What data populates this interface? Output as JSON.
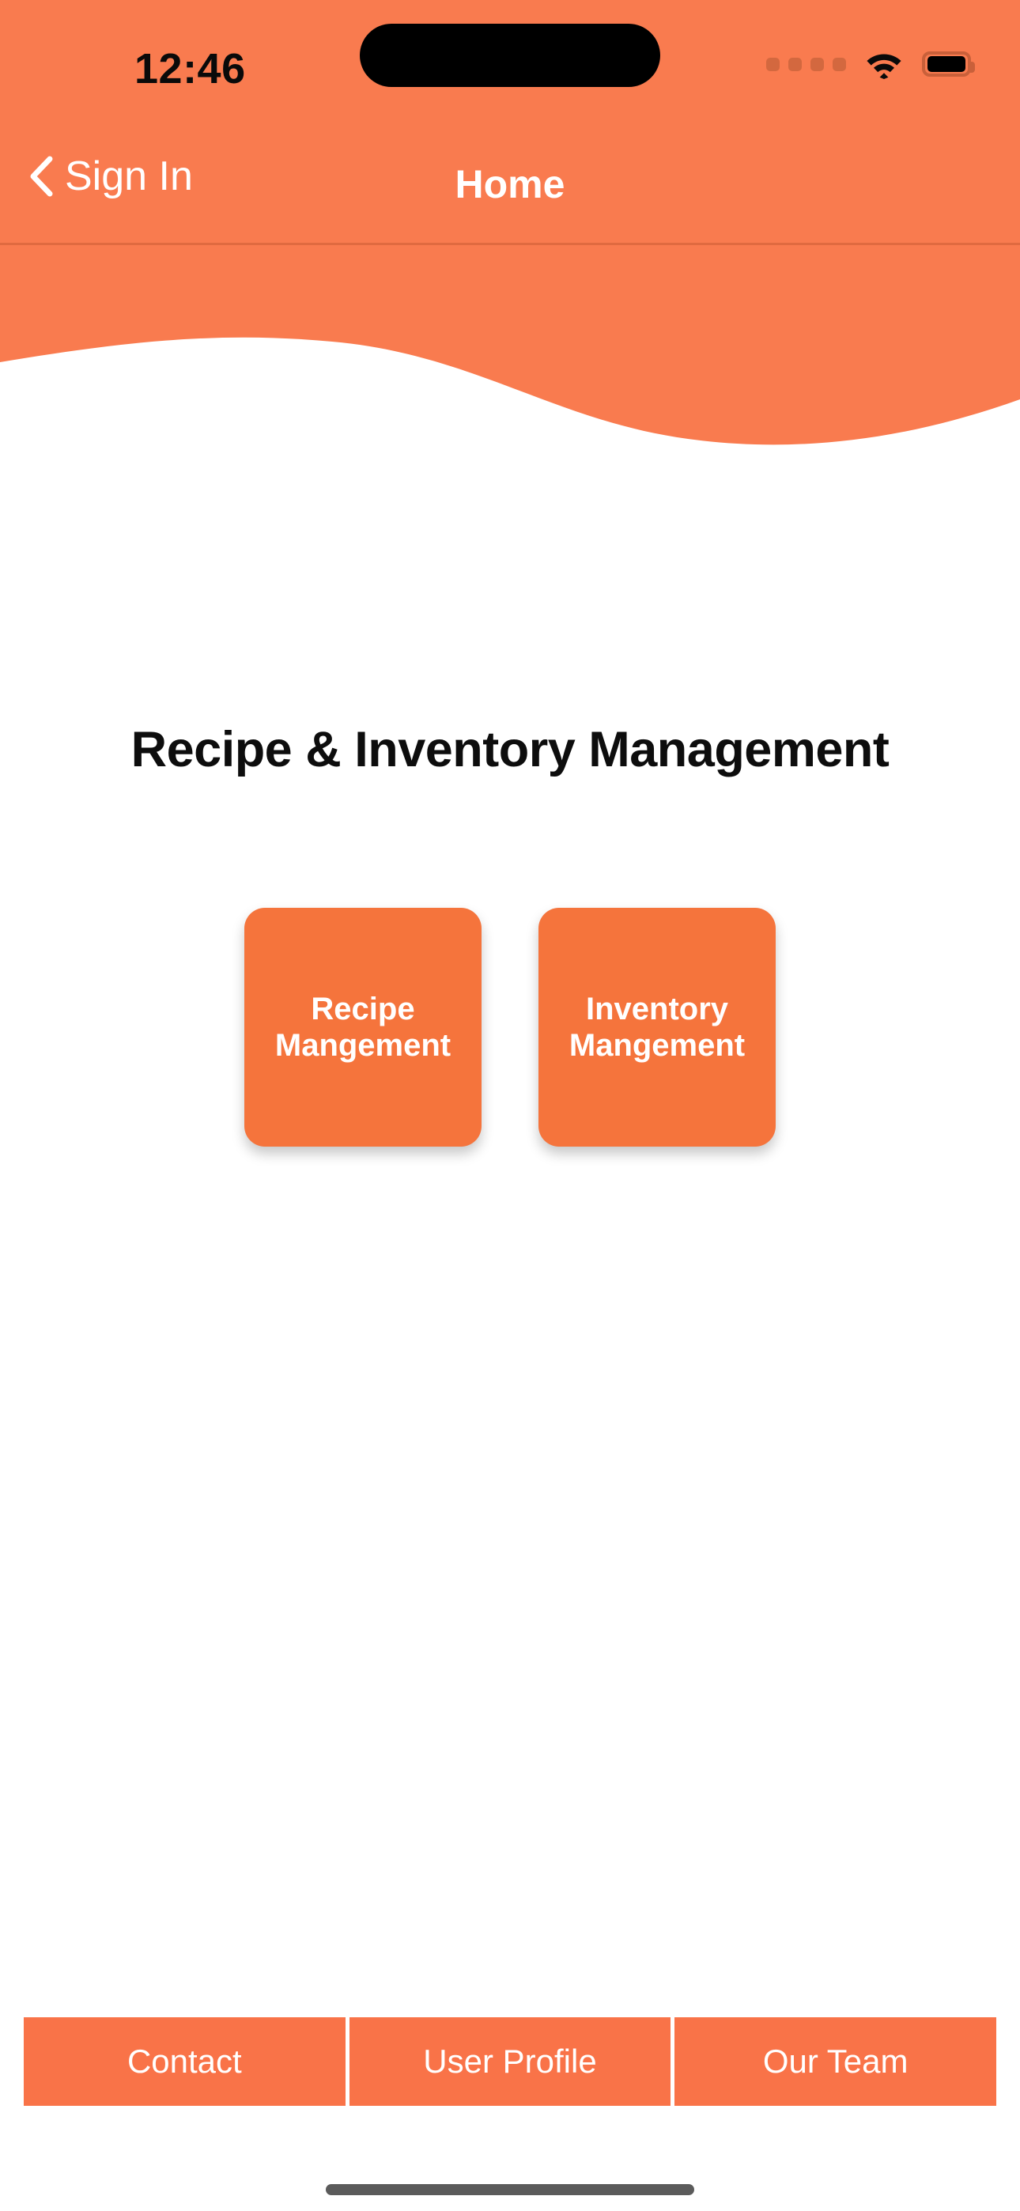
{
  "status_bar": {
    "time": "12:46",
    "cellular_icon": "cellular-dots-icon",
    "wifi_icon": "wifi-icon",
    "battery_icon": "battery-icon",
    "dynamic_island": "dynamic-island"
  },
  "nav_bar": {
    "back_icon": "chevron-left-icon",
    "back_label": "Sign In",
    "title": "Home"
  },
  "main": {
    "page_title": "Recipe & Inventory Management",
    "tiles": [
      {
        "label": "Recipe\nMangement",
        "name": "recipe-management-tile"
      },
      {
        "label": "Inventory\nMangement",
        "name": "inventory-management-tile"
      }
    ]
  },
  "tab_bar": {
    "items": [
      {
        "label": "Contact",
        "name": "tab-contact"
      },
      {
        "label": "User Profile",
        "name": "tab-user-profile"
      },
      {
        "label": "Our Team",
        "name": "tab-our-team"
      }
    ]
  },
  "colors": {
    "header_orange": "#F97B4F",
    "tile_orange": "#F5743C",
    "tab_orange": "#F97348",
    "title_black": "#0d0d0d",
    "white": "#FFFFFF"
  }
}
